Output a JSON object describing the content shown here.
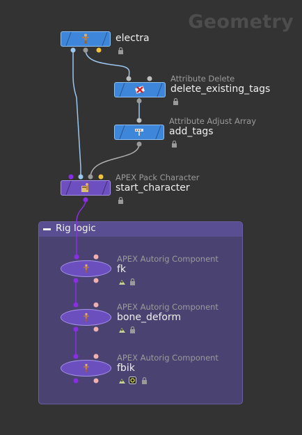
{
  "context_title": "Geometry",
  "network_box": {
    "label": "Rig logic"
  },
  "nodes": {
    "electra": {
      "name": "electra"
    },
    "delete_existing_tags": {
      "type": "Attribute Delete",
      "name": "delete_existing_tags"
    },
    "add_tags": {
      "type": "Attribute Adjust Array",
      "name": "add_tags"
    },
    "start_character": {
      "type": "APEX Pack Character",
      "name": "start_character"
    },
    "fk": {
      "type": "APEX Autorig Component",
      "name": "fk"
    },
    "bone_deform": {
      "type": "APEX Autorig Component",
      "name": "bone_deform"
    },
    "fbik": {
      "type": "APEX Autorig Component",
      "name": "fbik"
    }
  },
  "colors": {
    "background": "#333333",
    "sop_node": "#3d86d9",
    "apex_node": "#6d4fc0",
    "network_box": "#4a4270",
    "wire_blue": "#9cc8ef",
    "wire_grey": "#b0b0b0",
    "wire_purple": "#8a2ee6"
  },
  "icons": {
    "electra": "character-figure-icon",
    "delete_existing_tags": "attribute-delete-icon",
    "add_tags": "attribute-adjust-array-icon",
    "start_character": "pack-character-icon",
    "autorig_component": "character-figure-icon",
    "lock": "lock-icon",
    "rig_badge": "rig-badge-icon",
    "display_flag": "display-flag-icon",
    "collapse": "collapse-minus-icon"
  }
}
